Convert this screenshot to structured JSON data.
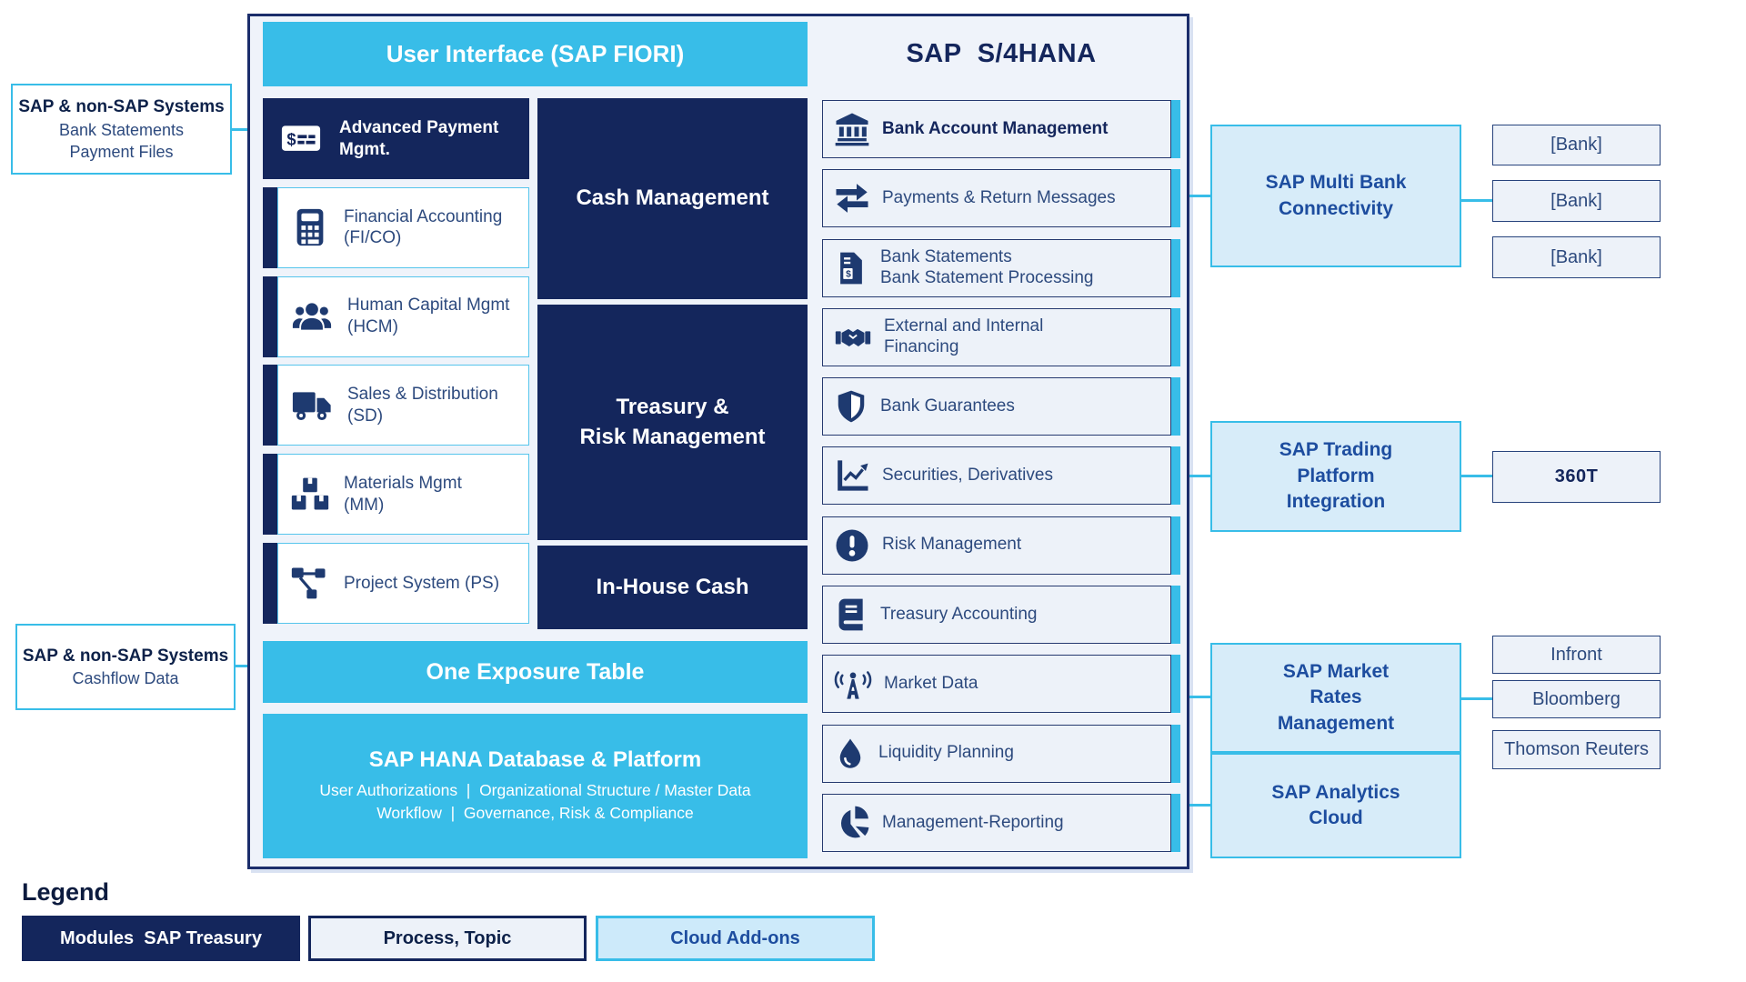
{
  "colors": {
    "navy": "#14265c",
    "cyan": "#38bde8",
    "cloud_fill": "#d7ecf9",
    "pale_fill": "#edf2f9"
  },
  "header": {
    "ui_title": "User Interface (SAP FIORI)",
    "system_title": "SAP  S/4HANA"
  },
  "modules": [
    {
      "icon": "money-check-icon",
      "line1": "Advanced Payment",
      "line2": "Mgmt."
    },
    {
      "icon": "calculator-icon",
      "line1": "Financial Accounting",
      "line2": "(FI/CO)"
    },
    {
      "icon": "users-icon",
      "line1": "Human Capital Mgmt",
      "line2": "(HCM)"
    },
    {
      "icon": "truck-icon",
      "line1": "Sales & Distribution",
      "line2": "(SD)"
    },
    {
      "icon": "boxes-icon",
      "line1": "Materials Mgmt",
      "line2": "(MM)"
    },
    {
      "icon": "project-network-icon",
      "line1": "Project System (PS)",
      "line2": ""
    }
  ],
  "processes": [
    {
      "line1": "Cash Management",
      "line2": ""
    },
    {
      "line1": "Treasury &",
      "line2": "Risk Management"
    },
    {
      "line1": "In-House Cash",
      "line2": ""
    }
  ],
  "platform": {
    "one_exposure": "One Exposure Table",
    "hana_title": "SAP HANA Database & Platform",
    "hana_sub1": "User Authorizations  |  Organizational Structure / Master Data",
    "hana_sub2": "Workflow  |  Governance, Risk & Compliance"
  },
  "features": [
    {
      "icon": "bank-icon",
      "line1": "Bank Account Management",
      "line2": "",
      "bold": true
    },
    {
      "icon": "transfer-arrows-icon",
      "line1": "Payments & Return Messages",
      "line2": ""
    },
    {
      "icon": "file-invoice-dollar-icon",
      "line1": "Bank Statements",
      "line2": "Bank Statement Processing"
    },
    {
      "icon": "handshake-icon",
      "line1": "External and Internal",
      "line2": "Financing"
    },
    {
      "icon": "shield-icon",
      "line1": "Bank Guarantees",
      "line2": ""
    },
    {
      "icon": "chart-line-icon",
      "line1": "Securities, Derivatives",
      "line2": ""
    },
    {
      "icon": "exclamation-circle-icon",
      "line1": "Risk Management",
      "line2": ""
    },
    {
      "icon": "book-icon",
      "line1": "Treasury Accounting",
      "line2": ""
    },
    {
      "icon": "broadcast-tower-icon",
      "line1": "Market Data",
      "line2": ""
    },
    {
      "icon": "droplet-icon",
      "line1": "Liquidity Planning",
      "line2": ""
    },
    {
      "icon": "pie-chart-icon",
      "line1": "Management-Reporting",
      "line2": ""
    }
  ],
  "sources": [
    {
      "title": "SAP & non-SAP Systems",
      "line1": "Bank Statements",
      "line2": "Payment Files"
    },
    {
      "title": "SAP & non-SAP Systems",
      "line1": "Cashflow Data",
      "line2": ""
    }
  ],
  "addons": [
    {
      "label": "SAP Multi Bank Connectivity"
    },
    {
      "label": "SAP Trading Platform Integration"
    },
    {
      "label": "SAP Market Rates Management"
    },
    {
      "label": "SAP Analytics Cloud"
    }
  ],
  "partners": {
    "banks": [
      "[Bank]",
      "[Bank]",
      "[Bank]"
    ],
    "trading": [
      "360T"
    ],
    "market": [
      "Infront",
      "Bloomberg",
      "Thomson Reuters"
    ]
  },
  "legend": {
    "title": "Legend",
    "modules_label": "Modules  SAP Treasury",
    "process_label": "Process, Topic",
    "cloud_label": "Cloud Add-ons"
  }
}
